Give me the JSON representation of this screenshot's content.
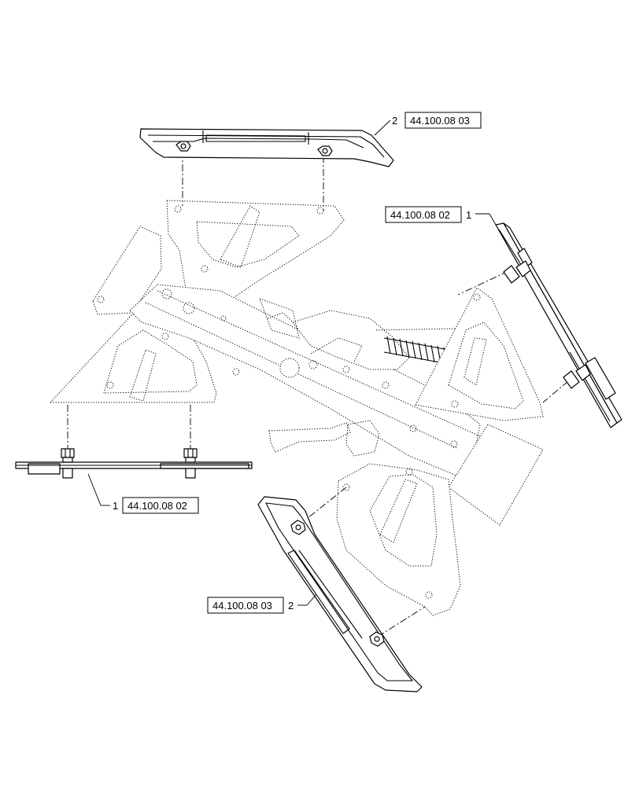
{
  "callouts": [
    {
      "item": "2",
      "ref": "44.100.08 03"
    },
    {
      "item": "1",
      "ref": "44.100.08 02"
    },
    {
      "item": "1",
      "ref": "44.100.08 02"
    },
    {
      "item": "2",
      "ref": "44.100.08 03"
    }
  ]
}
